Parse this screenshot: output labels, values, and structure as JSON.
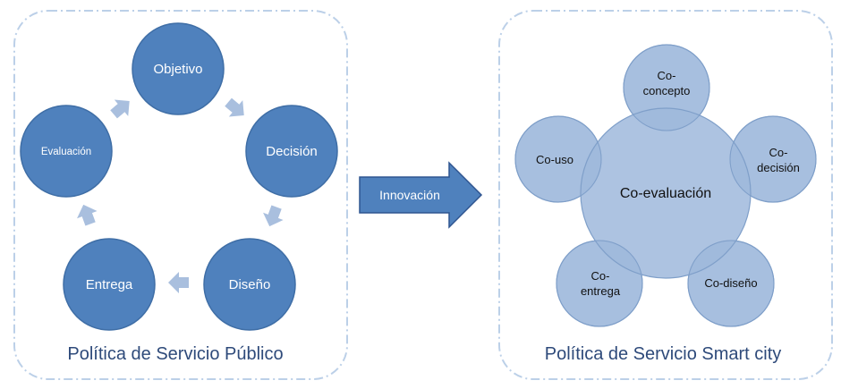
{
  "colors": {
    "cycle_fill": "#4f81bd",
    "cycle_stroke": "#3f6ea6",
    "small_arrow": "#a9bfde",
    "venn_fill": "#a7bfdf",
    "venn_stroke": "#7f9fc9",
    "center_fill": "#9fb8dc",
    "main_arrow_fill": "#4f81bd",
    "main_arrow_stroke": "#2f5590",
    "frame_dash": "#bcd0e8",
    "caption_text": "#2e4a7a"
  },
  "left_panel": {
    "caption": "Política de Servicio Público",
    "nodes": [
      "Objetivo",
      "Decisión",
      "Diseño",
      "Entrega",
      "Evaluación"
    ]
  },
  "transition": {
    "label": "Innovación",
    "icon": "right-arrow-icon"
  },
  "right_panel": {
    "caption": "Política de Servicio Smart city",
    "center": "Co-evaluación",
    "satellites": [
      {
        "line1": "Co-",
        "line2": "concepto"
      },
      {
        "line1": "Co-",
        "line2": "decisión"
      },
      {
        "line1": "Co-diseño",
        "line2": ""
      },
      {
        "line1": "Co-",
        "line2": "entrega"
      },
      {
        "line1": "Co-uso",
        "line2": ""
      }
    ]
  }
}
